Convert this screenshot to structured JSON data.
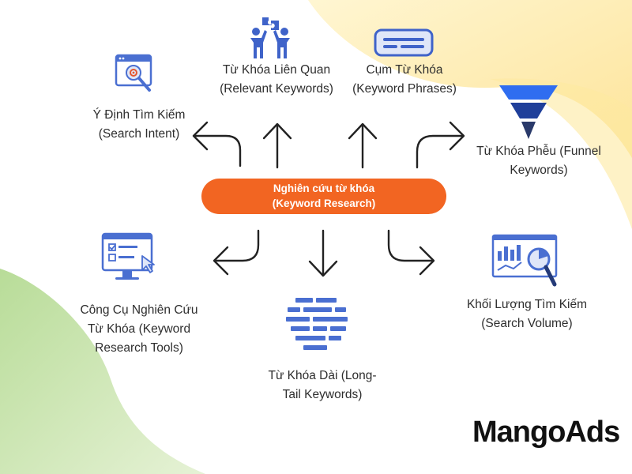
{
  "center": {
    "line1": "Nghiên cứu từ khóa",
    "line2": "(Keyword Research)"
  },
  "nodes": {
    "search_intent": {
      "line1": "Ý Định Tìm Kiếm",
      "line2": "(Search Intent)",
      "icon": "search-intent-icon"
    },
    "relevant_keywords": {
      "line1": "Từ Khóa Liên Quan",
      "line2": "(Relevant Keywords)",
      "icon": "teamwork-puzzle-icon"
    },
    "keyword_phrases": {
      "line1": "Cụm Từ Khóa",
      "line2": "(Keyword Phrases)",
      "icon": "text-box-icon"
    },
    "funnel_keywords": {
      "line1": "Từ Khóa Phễu (Funnel",
      "line2": "Keywords)",
      "icon": "funnel-icon"
    },
    "research_tools": {
      "line1": "Công Cụ Nghiên Cứu",
      "line2": "Từ Khóa (Keyword",
      "line3": "Research Tools)",
      "icon": "monitor-checklist-icon"
    },
    "long_tail": {
      "line1": "Từ Khóa Dài (Long-",
      "line2": "Tail Keywords)",
      "icon": "text-lines-icon"
    },
    "search_volume": {
      "line1": "Khối Lượng Tìm Kiếm",
      "line2": "(Search Volume)",
      "icon": "analytics-magnifier-icon"
    }
  },
  "logo": {
    "text": "MangoAds"
  },
  "colors": {
    "center_fill": "#f26522",
    "icon_blue": "#4a6fd1",
    "icon_navy": "#243a78",
    "bg_yellow": "#fde9a0",
    "bg_green": "#c8e3a8"
  }
}
